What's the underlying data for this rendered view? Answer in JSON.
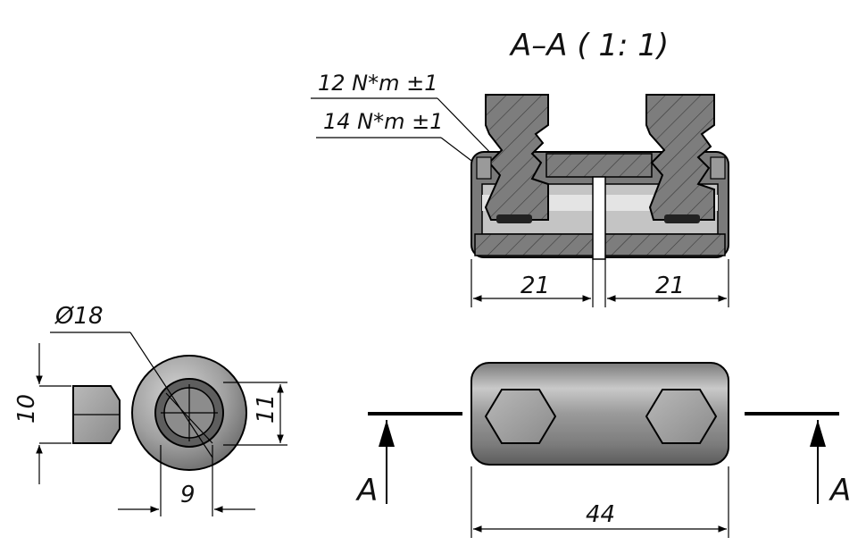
{
  "section_title": "A–A ( 1: 1)",
  "torque_labels": [
    "12 N*m ±1",
    "14 N*m ±1"
  ],
  "dimensions": {
    "left_width": "21",
    "right_width": "21",
    "overall_length": "44",
    "diameter": "Ø18",
    "height_left": "10",
    "height_right": "11",
    "bottom_width": "9"
  },
  "section_markers": [
    "A",
    "A"
  ],
  "colors": {
    "metal_dark": "#6a6a6a",
    "metal_mid": "#9a9a9a",
    "metal_light": "#d8d8d8",
    "line": "#000000"
  }
}
